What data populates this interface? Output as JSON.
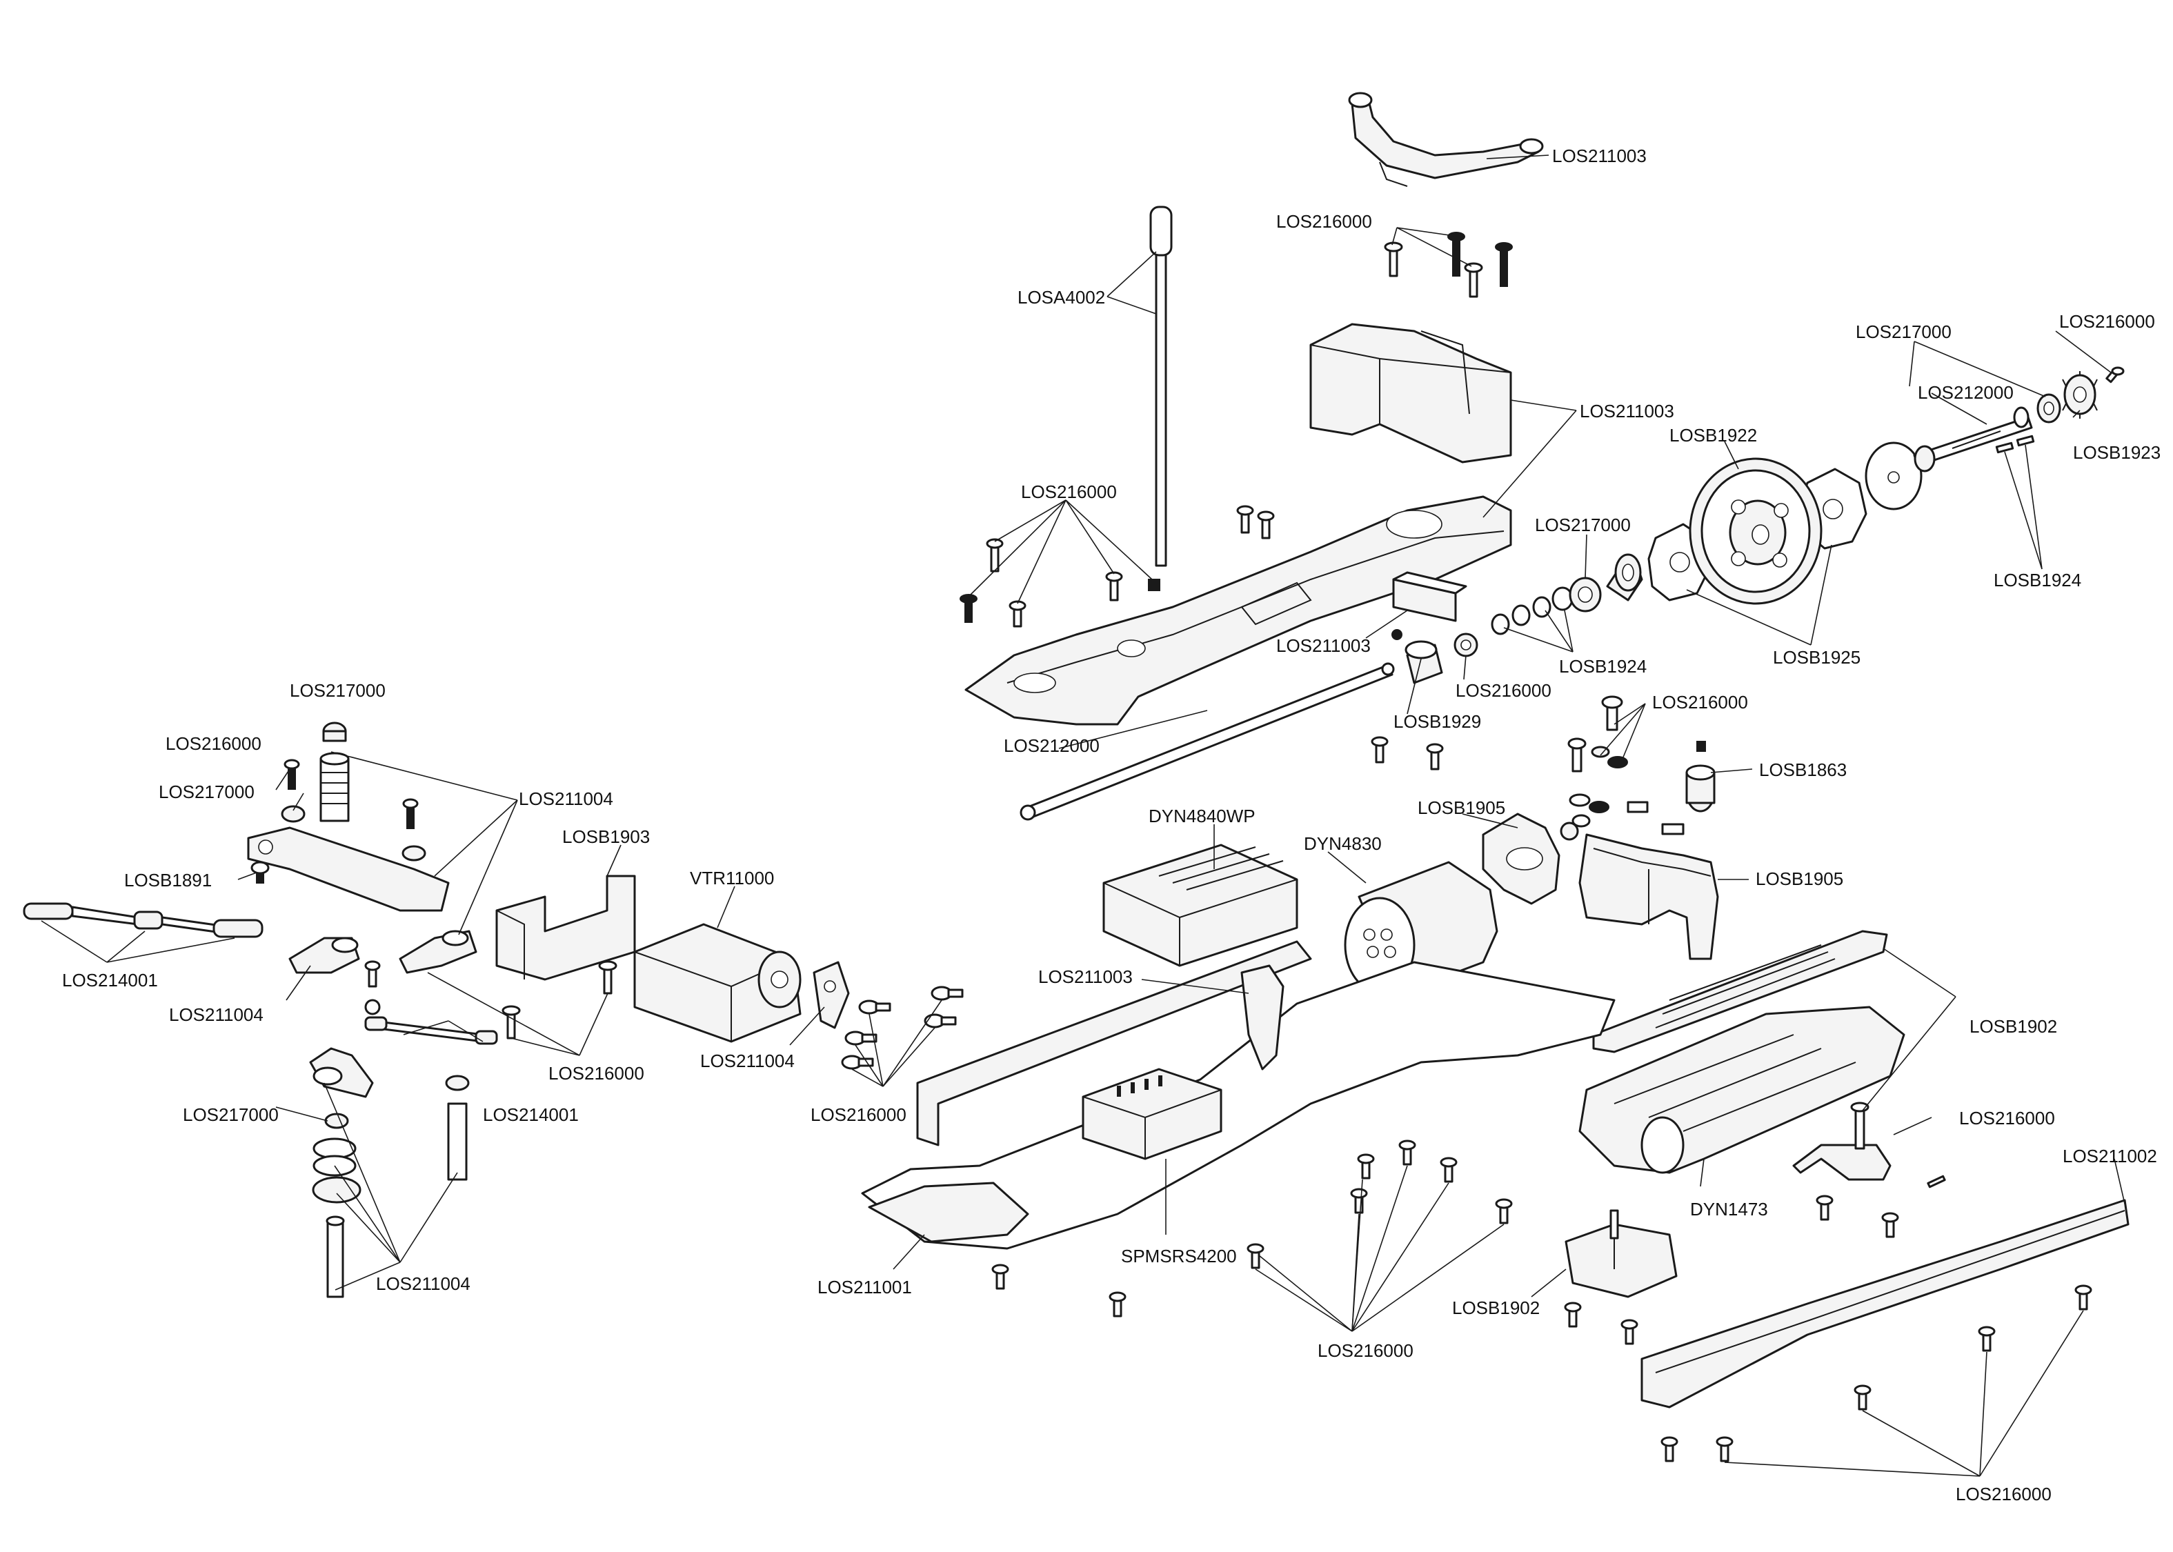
{
  "labels": {
    "l01": "LOS211003",
    "l02": "LOS216000",
    "l03": "LOSA4002",
    "l04": "LOS211003",
    "l05": "LOS217000",
    "l06": "LOS216000",
    "l07": "LOS212000",
    "l08": "LOSB1923",
    "l09": "LOSB1922",
    "l10": "LOSB1924",
    "l11": "LOS216000",
    "l12": "LOS217000",
    "l13": "LOSB1925",
    "l14": "LOS211003",
    "l15": "LOS216000",
    "l16": "LOSB1924",
    "l17": "LOSB1929",
    "l18": "LOS216000",
    "l19": "LOS212000",
    "l20": "LOSB1863",
    "l21": "LOS217000",
    "l22": "LOS216000",
    "l23": "LOS217000",
    "l24": "LOS211004",
    "l25": "LOSB1891",
    "l26": "LOS214001",
    "l27": "LOS211004",
    "l28": "LOSB1903",
    "l29": "VTR11000",
    "l30": "DYN4840WP",
    "l31": "DYN4830",
    "l32": "LOSB1905",
    "l33": "LOSB1905",
    "l34": "LOS211003",
    "l35": "LOS216000",
    "l36": "LOS211004",
    "l37": "LOS214001",
    "l38": "LOS216000",
    "l39": "LOS217000",
    "l40": "LOSB1902",
    "l41": "LOS216000",
    "l42": "LOS211002",
    "l43": "DYN1473",
    "l44": "LOS211001",
    "l45": "SPMSRS4200",
    "l46": "LOSB1902",
    "l47": "LOS216000",
    "l48": "LOS211004",
    "l49": "LOS216000"
  }
}
